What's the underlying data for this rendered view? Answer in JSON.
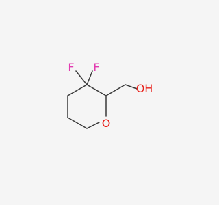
{
  "molecule": {
    "atoms": {
      "f_left": {
        "label": "F",
        "color": "#e23bb0"
      },
      "f_right": {
        "label": "F",
        "color": "#e23bb0"
      },
      "o_ring": {
        "label": "O",
        "color": "#e8221c"
      },
      "oh": {
        "label": "OH",
        "color": "#e8221c"
      }
    },
    "bond_color": "#3a3a3a",
    "background": "#f5f5f5"
  }
}
